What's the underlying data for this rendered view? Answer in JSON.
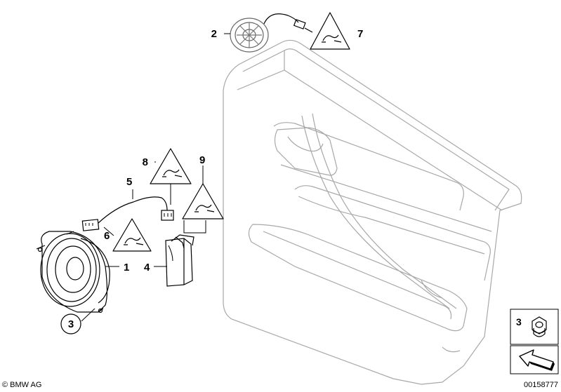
{
  "parts": [
    {
      "id": "part-1",
      "number": "1"
    },
    {
      "id": "part-2",
      "number": "2"
    },
    {
      "id": "part-3",
      "number": "3"
    },
    {
      "id": "part-4",
      "number": "4"
    },
    {
      "id": "part-5",
      "number": "5"
    },
    {
      "id": "part-6",
      "number": "6"
    },
    {
      "id": "part-7",
      "number": "7"
    },
    {
      "id": "part-8",
      "number": "8"
    },
    {
      "id": "part-9",
      "number": "9"
    }
  ],
  "inset": {
    "number": "3"
  },
  "footer": {
    "copyright": "© BMW AG",
    "diagram_id": "00158777"
  }
}
